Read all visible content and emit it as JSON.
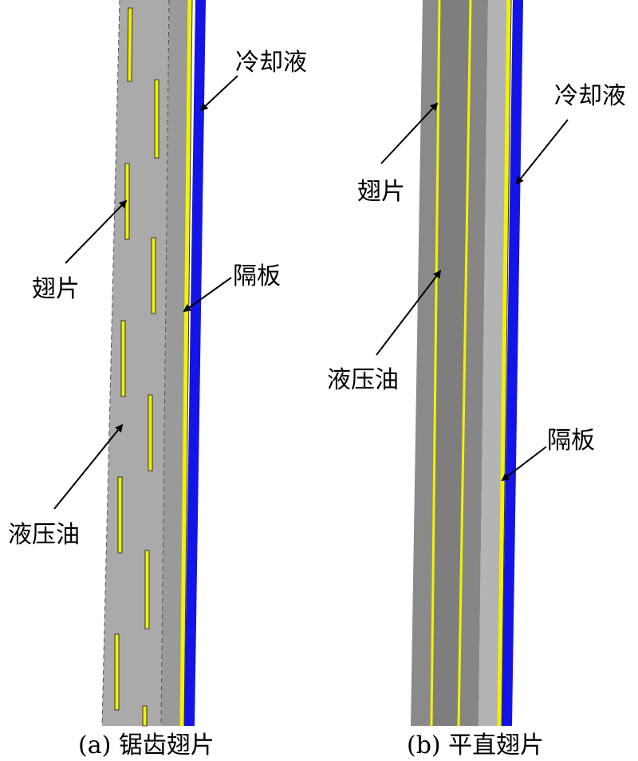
{
  "colors": {
    "coolant": "#1414e6",
    "fin": "#f2f200",
    "fluid_light": "#aaaaaa",
    "fluid_dark": "#7e7e7e",
    "plate_gray": "#9a9a9a",
    "arrow": "#000000"
  },
  "panel_a": {
    "caption": "(a) 锯齿翅片",
    "labels": {
      "coolant": "冷却液",
      "fin": "翅片",
      "plate": "隔板",
      "oil": "液压油"
    }
  },
  "panel_b": {
    "caption": "(b) 平直翅片",
    "labels": {
      "coolant": "冷却液",
      "fin": "翅片",
      "plate": "隔板",
      "oil": "液压油"
    }
  }
}
